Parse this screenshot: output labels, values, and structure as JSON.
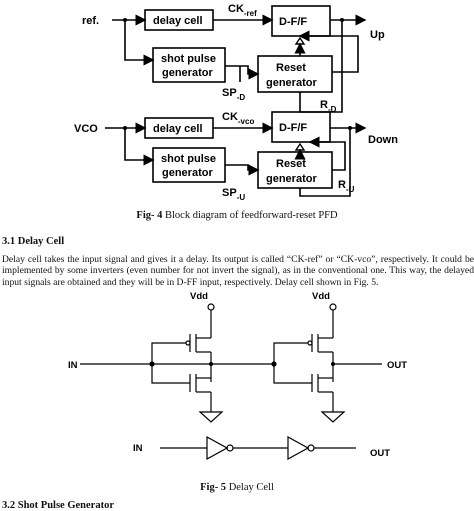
{
  "figure4": {
    "labels": {
      "ref": "ref.",
      "vco": "VCO",
      "delay_cell_top": "delay cell",
      "delay_cell_bottom": "delay cell",
      "ck_ref": "CK",
      "ck_ref_sub": "-ref",
      "ck_vco": "CK",
      "ck_vco_sub": "-vco",
      "dff_top": "D-F/F",
      "dff_bottom": "D-F/F",
      "shot_top_1": "shot pulse",
      "shot_top_2": "generator",
      "shot_bottom_1": "shot pulse",
      "shot_bottom_2": "generator",
      "reset_top_1": "Reset",
      "reset_top_2": "generator",
      "reset_bottom_1": "Reset",
      "reset_bottom_2": "generator",
      "sp_d": "SP",
      "sp_d_sub": "-D",
      "sp_u": "SP",
      "sp_u_sub": "-U",
      "r_d": "R",
      "r_d_sub": "-D",
      "r_u": "R",
      "r_u_sub": "-U",
      "up": "Up",
      "down": "Down"
    },
    "caption_label": "Fig- 4",
    "caption_text": " Block diagram of feedforward-reset PFD"
  },
  "section_31": {
    "heading": "3.1 Delay Cell",
    "paragraph": "Delay cell takes the input signal and gives it a delay. Its output is called “CK-ref” or “CK-vco”, respectively. It could be implemented by some inverters (even number for not invert the signal), as in the conventional one. This way, the delayed input signals are obtained and they will be in D-FF input, respectively. Delay cell shown in Fig. 5."
  },
  "figure5": {
    "labels": {
      "vdd_left": "Vdd",
      "vdd_right": "Vdd",
      "in_top": "IN",
      "out_top": "OUT",
      "in_bottom": "IN",
      "out_bottom": "OUT"
    },
    "caption_label": "Fig- 5",
    "caption_text": " Delay Cell"
  },
  "section_32": {
    "heading": "3.2 Shot Pulse Generator"
  }
}
